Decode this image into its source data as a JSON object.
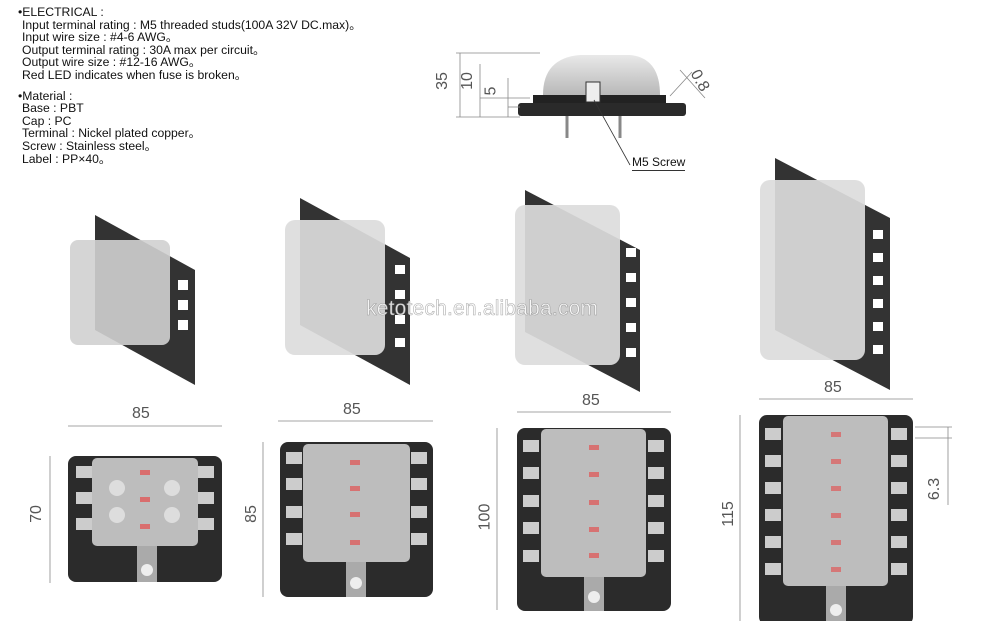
{
  "specs": {
    "electrical": {
      "heading": "•ELECTRICAL :",
      "lines": [
        "Input terminal rating : M5 threaded studs(100A 32V DC.max)。",
        "Input wire size : #4-6 AWG。",
        "Output terminal rating : 30A max per circuit。",
        "Output wire size : #12-16 AWG。",
        "Red LED indicates when fuse is broken。"
      ]
    },
    "material": {
      "heading": "•Material :",
      "lines": [
        "Base : PBT",
        "Cap : PC",
        "Terminal : Nickel plated copper。",
        "Screw : Stainless steel。",
        "Label : PP×40。"
      ]
    }
  },
  "side_view": {
    "dims": {
      "total_height": "35",
      "cap_height": "10",
      "base_height": "5",
      "thickness": "0.8"
    },
    "callout": "M5 Screw"
  },
  "watermark": "ketotech.en.alibaba.com",
  "front_views": [
    {
      "circuits": 6,
      "width": "85",
      "height": "70"
    },
    {
      "circuits": 8,
      "width": "85",
      "height": "85"
    },
    {
      "circuits": 10,
      "width": "85",
      "height": "100"
    },
    {
      "circuits": 12,
      "width": "85",
      "height": "115",
      "pitch": "6.3"
    }
  ],
  "colors": {
    "base": "#2b2b2b",
    "cap": "#bdbdbd",
    "led": "#e05a5a",
    "dim_line": "#888888"
  }
}
